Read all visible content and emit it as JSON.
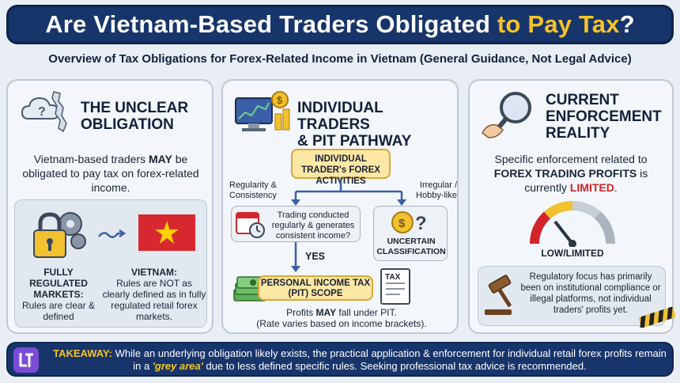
{
  "header": {
    "title_main": "Are Vietnam-Based Traders Obligated ",
    "title_highlight": "to Pay Tax",
    "title_end": "?"
  },
  "subtitle": "Overview of Tax Obligations for Forex-Related Income in Vietnam (General Guidance, Not Legal Advice)",
  "panel1": {
    "title_line1": "THE UNCLEAR",
    "title_line2": "OBLIGATION",
    "body_pre": "Vietnam-based traders ",
    "body_strong": "MAY",
    "body_post": " be obligated to pay tax on forex-related income.",
    "left_head": "FULLY REGULATED MARKETS:",
    "left_text": "Rules are clear & defined",
    "right_head": "VIETNAM:",
    "right_text": "Rules are NOT as clearly defined as in fully regulated retail forex markets."
  },
  "panel2": {
    "title_line1": "INDIVIDUAL TRADERS",
    "title_line2": "& PIT PATHWAY",
    "activities": "INDIVIDUAL TRADER's FOREX ACTIVITIES",
    "left_branch": "Regularity & Consistency",
    "right_branch": "Irregular / Hobby-like",
    "question": "Trading conducted regularly & generates consistent income?",
    "uncertain": "UNCERTAIN CLASSIFICATION",
    "yes": "YES",
    "pit": "PERSONAL INCOME TAX (PIT) SCOPE",
    "tax_label": "TAX",
    "note_pre": "Profits ",
    "note_strong": "MAY",
    "note_post": " fall under PIT.",
    "note_line2": "(Rate varies based on income brackets)."
  },
  "panel3": {
    "title_line1": "CURRENT",
    "title_line2": "ENFORCEMENT",
    "title_line3": "REALITY",
    "body_pre": "Specific enforcement related to ",
    "body_strong": "FOREX TRADING PROFITS",
    "body_mid": " is currently ",
    "body_red": "LIMITED",
    "body_end": ".",
    "gauge_label": "LOW/LIMITED",
    "focus_text": "Regulatory focus has primarily been on institutional compliance or illegal platforms, not individual traders' profits yet."
  },
  "takeaway": {
    "label": "TAKEAWAY:",
    "text1": " While an underlying obligation likely exists, the practical application & enforcement for individual retail forex profits remain in a ",
    "em": "'grey area'",
    "text2": " due to less defined specific rules. Seeking professional tax advice is recommended."
  },
  "colors": {
    "navy": "#17356b",
    "gold": "#f6c327",
    "red": "#d0252b"
  },
  "icons": [
    "vietnam-map-question-icon",
    "padlock-gears-icon",
    "vietnam-flag-icon",
    "computer-trader-icon",
    "calendar-clock-icon",
    "coin-question-icon",
    "money-stack-icon",
    "tax-form-icon",
    "magnifying-glass-icon",
    "gauge-icon",
    "gavel-icon",
    "brand-logo-icon"
  ]
}
